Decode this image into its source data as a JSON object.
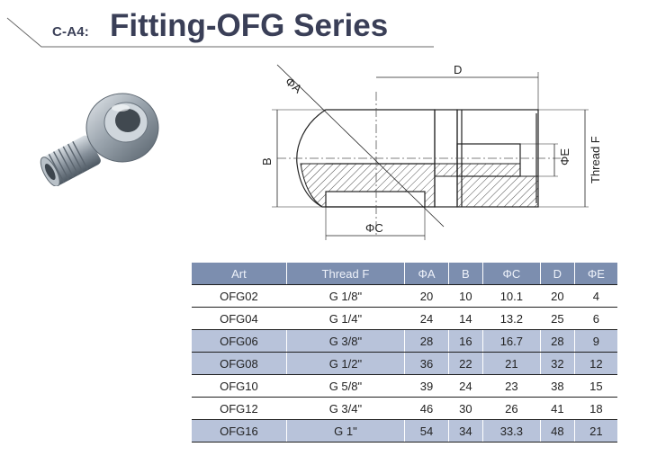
{
  "header": {
    "code": "C-A4:",
    "title": "Fitting-OFG Series"
  },
  "drawing": {
    "labels": {
      "a": "ΦA",
      "b": "B",
      "c": "ΦC",
      "d": "D",
      "e": "ΦE",
      "thread": "Thread F"
    }
  },
  "table": {
    "headers": [
      "Art",
      "Thread F",
      "ΦA",
      "B",
      "ΦC",
      "D",
      "ΦE"
    ],
    "rows": [
      [
        "OFG02",
        "G 1/8\"",
        "20",
        "10",
        "10.1",
        "20",
        "4"
      ],
      [
        "OFG04",
        "G 1/4\"",
        "24",
        "14",
        "13.2",
        "25",
        "6"
      ],
      [
        "OFG06",
        "G 3/8\"",
        "28",
        "16",
        "16.7",
        "28",
        "9"
      ],
      [
        "OFG08",
        "G 1/2\"",
        "36",
        "22",
        "21",
        "32",
        "12"
      ],
      [
        "OFG10",
        "G 5/8\"",
        "39",
        "24",
        "23",
        "38",
        "15"
      ],
      [
        "OFG12",
        "G 3/4\"",
        "46",
        "30",
        "26",
        "41",
        "18"
      ],
      [
        "OFG16",
        "G 1\"",
        "54",
        "34",
        "33.3",
        "48",
        "21"
      ]
    ],
    "shaded_rows": [
      2,
      3,
      6
    ],
    "colors": {
      "header": "#7c8eaf",
      "shaded": "#b8c3da",
      "title": "#3a3f57"
    }
  }
}
